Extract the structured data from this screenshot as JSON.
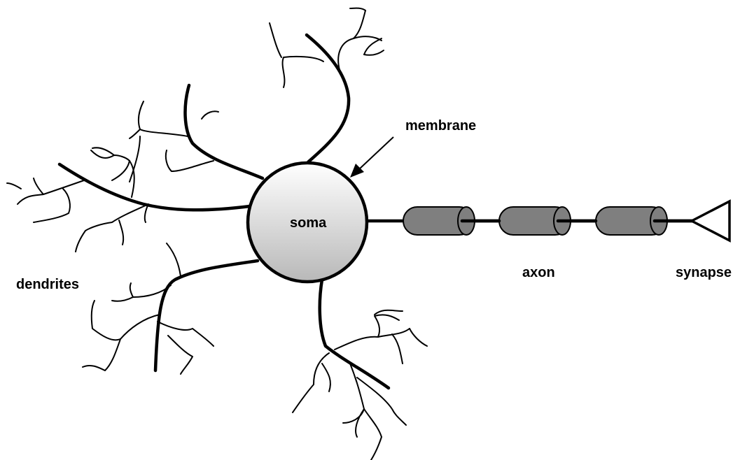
{
  "labels": {
    "soma": "soma",
    "membrane": "membrane",
    "dendrites": "dendrites",
    "axon": "axon",
    "synapse": "synapse"
  },
  "colors": {
    "soma_gradient_top": "#ffffff",
    "soma_gradient_bottom": "#b8b8b8",
    "myelin_fill": "#7f7f7f",
    "line": "#000000",
    "background": "#ffffff"
  }
}
